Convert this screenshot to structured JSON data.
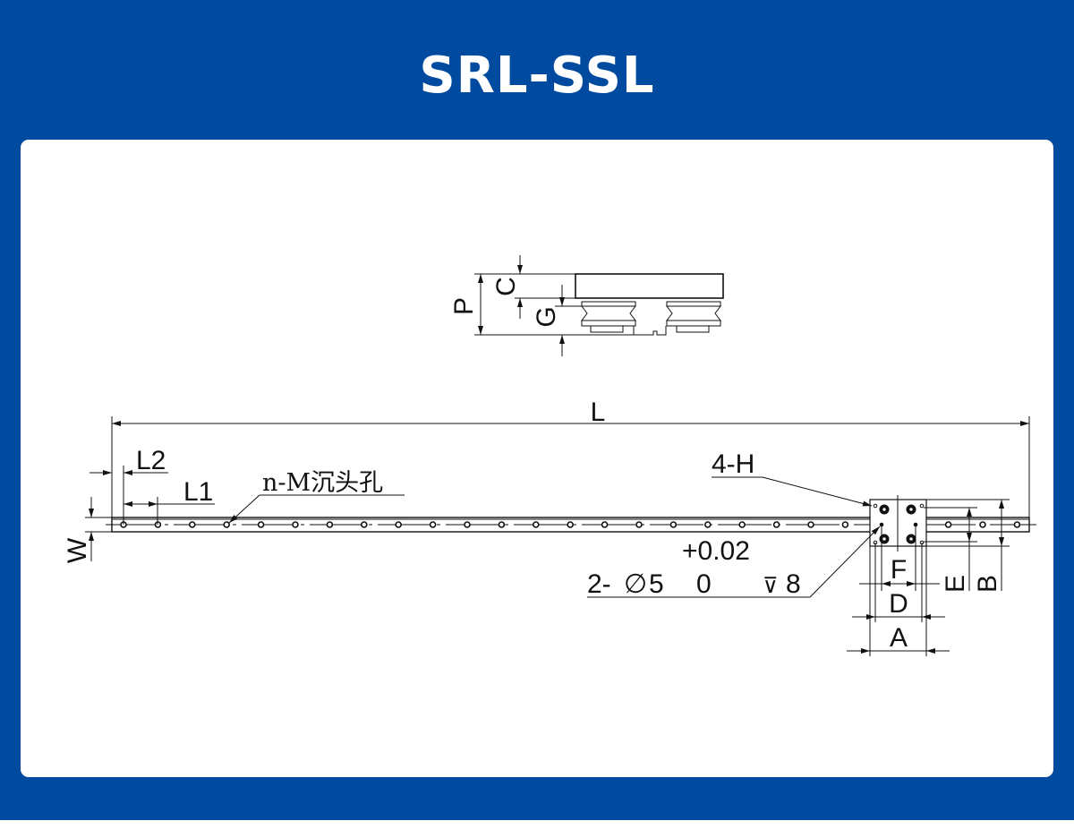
{
  "title": "SRL-SSL",
  "drawing": {
    "labels": {
      "P": "P",
      "C": "C",
      "G": "G",
      "L": "L",
      "L1": "L1",
      "L2": "L2",
      "W": "W",
      "n_m": "n-M沉头孔",
      "four_h": "4-H",
      "tol_upper": "+0.02",
      "hole_prefix": "2-",
      "diameter_symbol": "∅",
      "hole_diameter": "5",
      "tol_lower": "0",
      "depth_symbol": "⊽",
      "hole_depth": "8",
      "A": "A",
      "B": "B",
      "D": "D",
      "E": "E",
      "F": "F"
    }
  },
  "colors": {
    "background": "#004a9f",
    "card": "#ffffff",
    "line": "#111111"
  }
}
